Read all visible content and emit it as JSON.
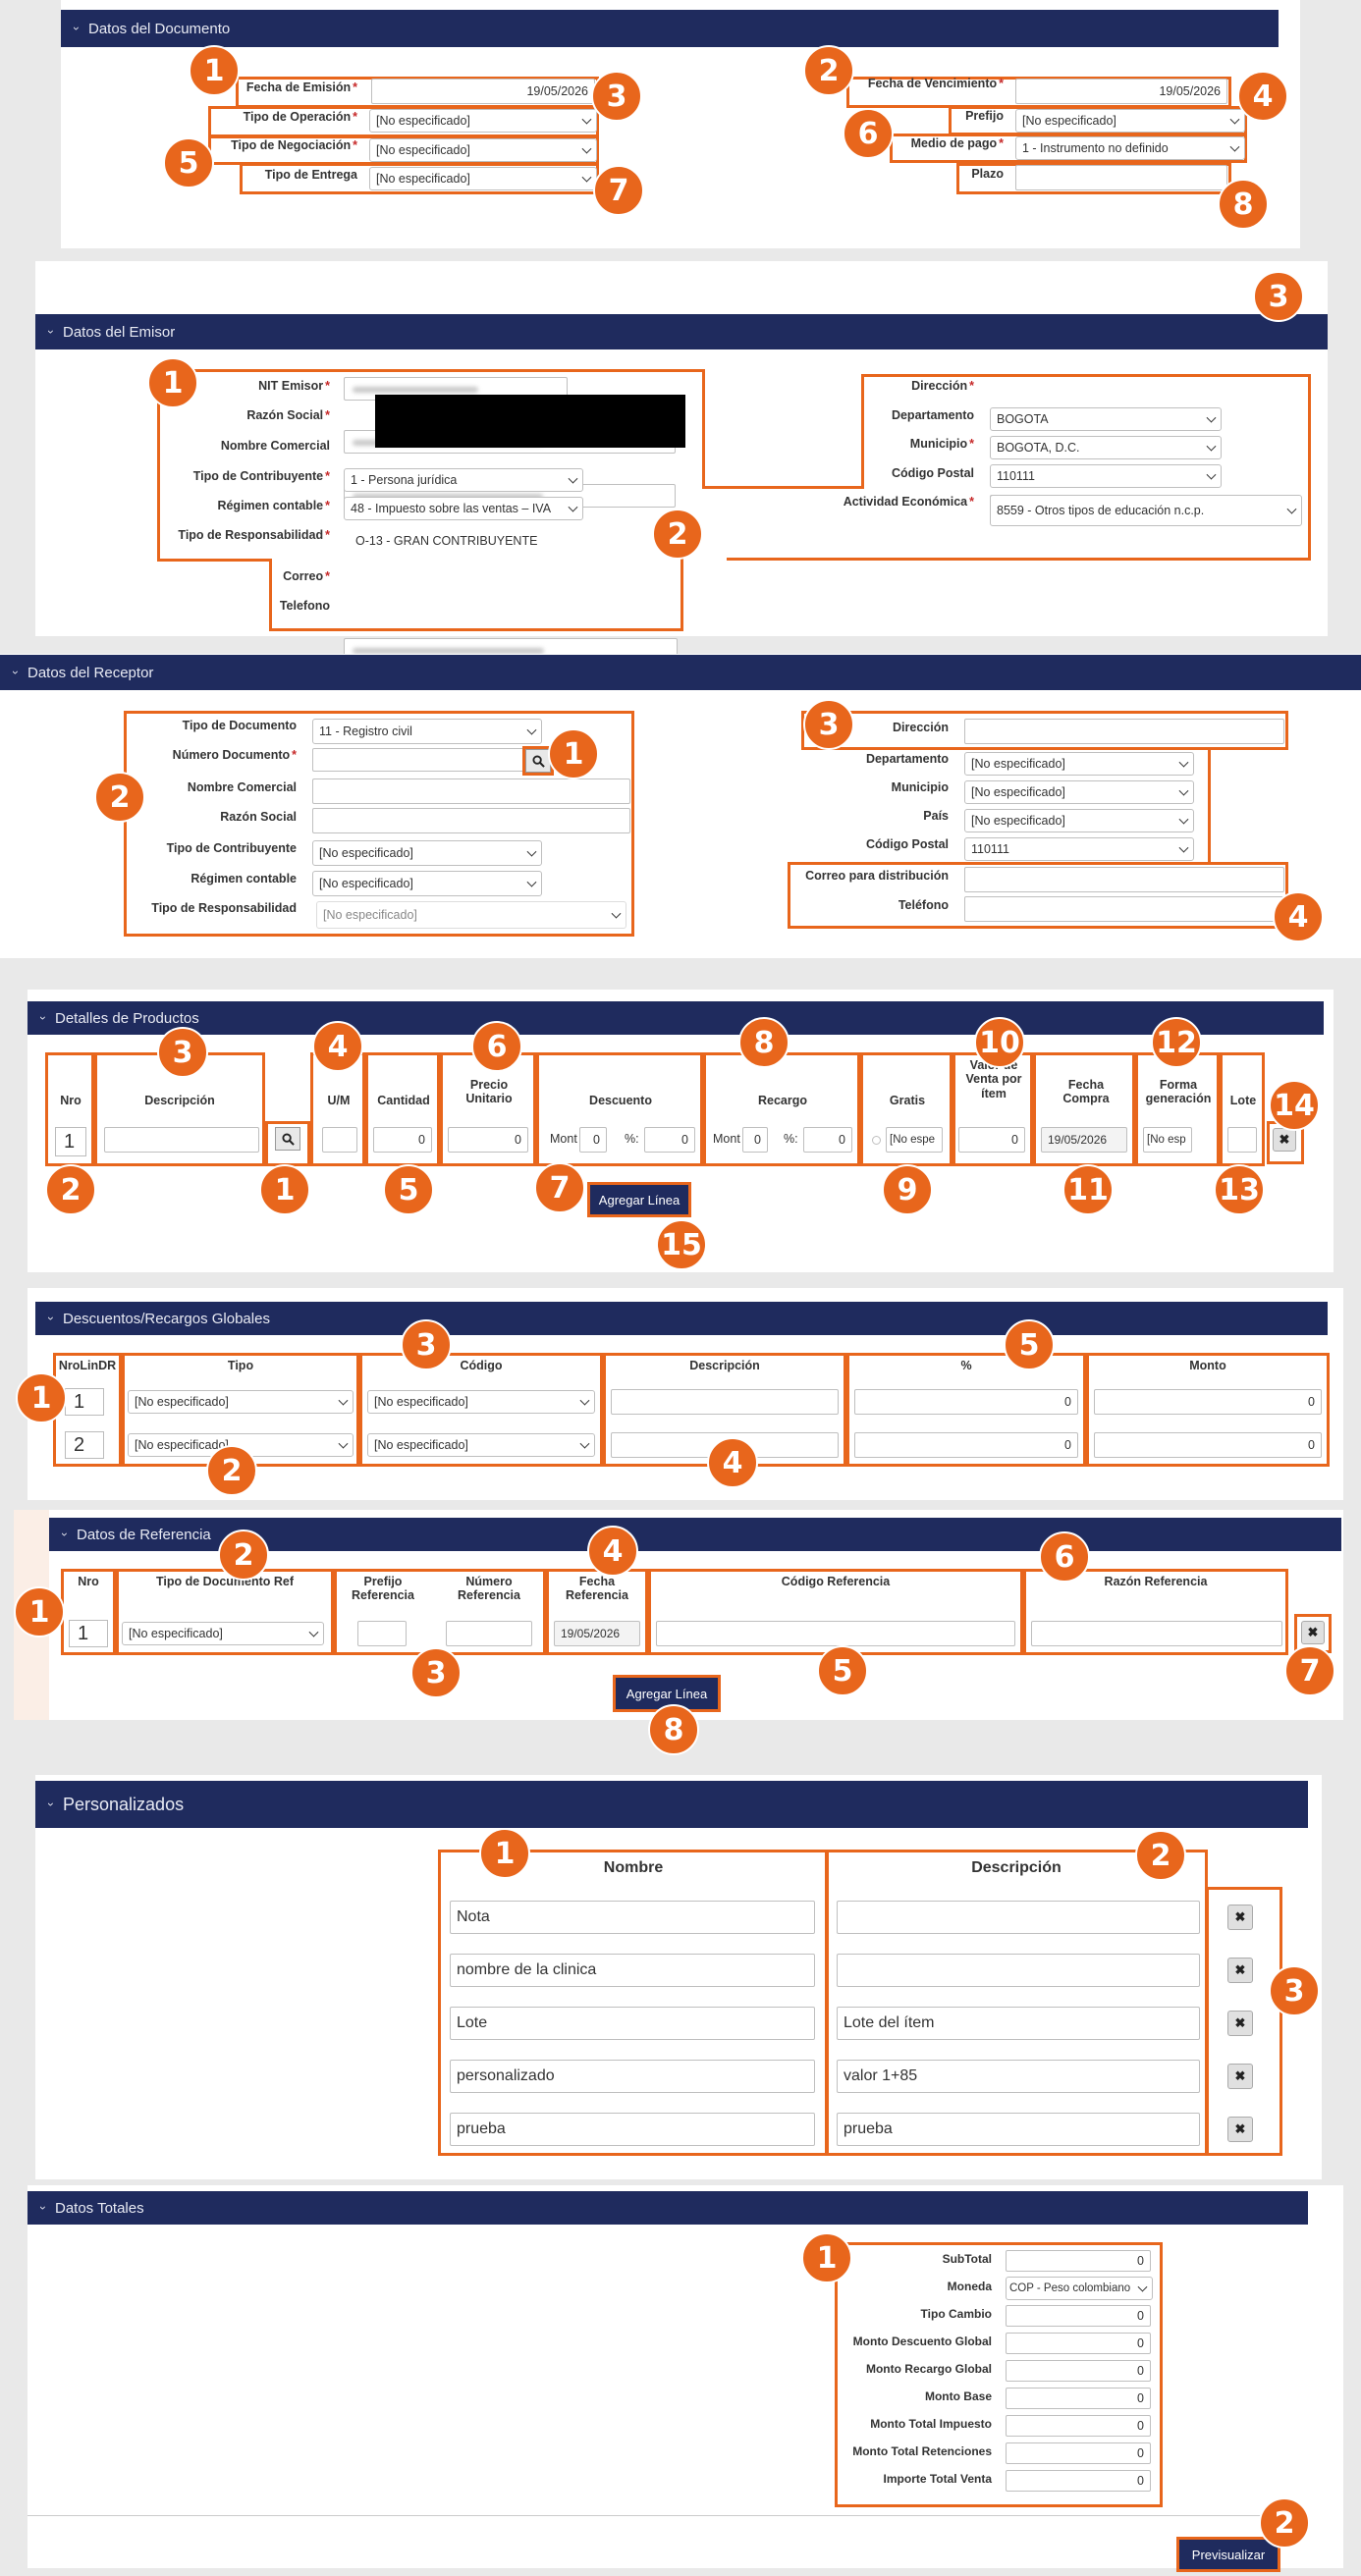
{
  "documento": {
    "title": "Datos del Documento",
    "fecha_emision_label": "Fecha de Emisión",
    "fecha_emision": "19/05/2026",
    "tipo_operacion_label": "Tipo de Operación",
    "tipo_operacion": "[No especificado]",
    "tipo_negociacion_label": "Tipo de Negociación",
    "tipo_negociacion": "[No especificado]",
    "tipo_entrega_label": "Tipo de Entrega",
    "tipo_entrega": "[No especificado]",
    "fecha_venc_label": "Fecha de Vencimiento",
    "fecha_venc": "19/05/2026",
    "prefijo_label": "Prefijo",
    "prefijo": "[No especificado]",
    "medio_pago_label": "Medio de pago",
    "medio_pago": "1 - Instrumento no definido",
    "plazo_label": "Plazo",
    "plazo": ""
  },
  "emisor": {
    "title": "Datos del Emisor",
    "nit_label": "NIT Emisor",
    "razon_label": "Razón Social",
    "nombre_com_label": "Nombre Comercial",
    "tipo_contrib_label": "Tipo de Contribuyente",
    "tipo_contrib": "1 - Persona jurídica",
    "regimen_label": "Régimen contable",
    "regimen": "48 - Impuesto sobre las ventas – IVA",
    "tipo_resp_label": "Tipo de Responsabilidad",
    "tipo_resp": "O-13 - GRAN CONTRIBUYENTE",
    "correo_label": "Correo",
    "telefono_label": "Telefono",
    "direccion_label": "Dirección",
    "departamento_label": "Departamento",
    "departamento": "BOGOTA",
    "municipio_label": "Municipio",
    "municipio": "BOGOTA, D.C.",
    "cp_label": "Código Postal",
    "cp": "110111",
    "actividad_label": "Actividad Económica",
    "actividad": "8559 - Otros tipos de educación n.c.p."
  },
  "receptor": {
    "title": "Datos del Receptor",
    "tipo_doc_label": "Tipo de Documento",
    "tipo_doc": "11 - Registro civil",
    "num_doc_label": "Número Documento",
    "nombre_com_label": "Nombre Comercial",
    "razon_label": "Razón Social",
    "tipo_contrib_label": "Tipo de Contribuyente",
    "tipo_contrib": "[No especificado]",
    "regimen_label": "Régimen contable",
    "regimen": "[No especificado]",
    "tipo_resp_label": "Tipo de Responsabilidad",
    "tipo_resp": "[No especificado]",
    "direccion_label": "Dirección",
    "departamento_label": "Departamento",
    "departamento": "[No especificado]",
    "municipio_label": "Municipio",
    "municipio": "[No especificado]",
    "pais_label": "País",
    "pais": "[No especificado]",
    "cp_label": "Código Postal",
    "cp": "110111",
    "correo_dist_label": "Correo para distribución",
    "telefono_label": "Teléfono"
  },
  "productos": {
    "title": "Detalles de Productos",
    "headers": {
      "nro": "Nro",
      "descripcion": "Descripción",
      "um": "U/M",
      "cantidad": "Cantidad",
      "precio": "Precio Unitario",
      "descuento": "Descuento",
      "recargo": "Recargo",
      "gratis": "Gratis",
      "valor": "Valor de Venta por ítem",
      "fecha": "Fecha Compra",
      "forma": "Forma generación",
      "lote": "Lote"
    },
    "row": {
      "nro": "1",
      "cantidad": "0",
      "precio": "0",
      "monto_label": "Mont",
      "monto": "0",
      "pct_label": "%:",
      "pct": "0",
      "gratis": "[No espe",
      "valor": "0",
      "fecha": "19/05/2026",
      "forma": "[No esp"
    },
    "add_line": "Agregar Línea"
  },
  "globales": {
    "title": "Descuentos/Recargos Globales",
    "headers": {
      "nro": "NroLinDR",
      "tipo": "Tipo",
      "codigo": "Código",
      "descripcion": "Descripción",
      "pct": "%",
      "monto": "Monto"
    },
    "rows": [
      {
        "nro": "1",
        "tipo": "[No especificado]",
        "codigo": "[No especificado]",
        "pct": "0",
        "monto": "0"
      },
      {
        "nro": "2",
        "tipo": "[No especificado]",
        "codigo": "[No especificado]",
        "pct": "0",
        "monto": "0"
      }
    ]
  },
  "referencia": {
    "title": "Datos de Referencia",
    "headers": {
      "nro": "Nro",
      "tipo": "Tipo de Documento Ref",
      "prefijo": "Prefijo Referencia",
      "numero": "Número Referencia",
      "fecha": "Fecha Referencia",
      "codigo": "Código Referencia",
      "razon": "Razón Referencia"
    },
    "row": {
      "nro": "1",
      "tipo": "[No especificado]",
      "fecha": "19/05/2026"
    },
    "add_line": "Agregar Línea"
  },
  "personalizados": {
    "title": "Personalizados",
    "headers": {
      "nombre": "Nombre",
      "descripcion": "Descripción"
    },
    "rows": [
      {
        "nombre": "Nota",
        "descripcion": ""
      },
      {
        "nombre": "nombre de la clinica",
        "descripcion": ""
      },
      {
        "nombre": "Lote",
        "descripcion": "Lote del ítem"
      },
      {
        "nombre": "personalizado",
        "descripcion": "valor 1+85"
      },
      {
        "nombre": "prueba",
        "descripcion": "prueba"
      }
    ]
  },
  "totales": {
    "title": "Datos Totales",
    "subtotal_label": "SubTotal",
    "subtotal": "0",
    "moneda_label": "Moneda",
    "moneda": "COP - Peso colombiano",
    "tipo_cambio_label": "Tipo Cambio",
    "tipo_cambio": "0",
    "desc_global_label": "Monto Descuento Global",
    "desc_global": "0",
    "rec_global_label": "Monto Recargo Global",
    "rec_global": "0",
    "base_label": "Monto Base",
    "base": "0",
    "impuesto_label": "Monto Total Impuesto",
    "impuesto": "0",
    "retenciones_label": "Monto Total Retenciones",
    "retenciones": "0",
    "importe_label": "Importe Total Venta",
    "importe": "0",
    "preview": "Previsualizar"
  },
  "callouts": {
    "one": "1",
    "two": "2",
    "three": "3",
    "four": "4",
    "five": "5",
    "six": "6",
    "seven": "7",
    "eight": "8",
    "nine": "9",
    "ten": "10",
    "eleven": "11",
    "twelve": "12",
    "thirteen": "13",
    "fourteen": "14",
    "fifteen": "15"
  },
  "icons": {
    "chevron": "chevron-down-icon",
    "search": "search-icon",
    "close": "close-icon"
  },
  "colors": {
    "header": "#1f2b5e",
    "highlight": "#e8661c"
  }
}
